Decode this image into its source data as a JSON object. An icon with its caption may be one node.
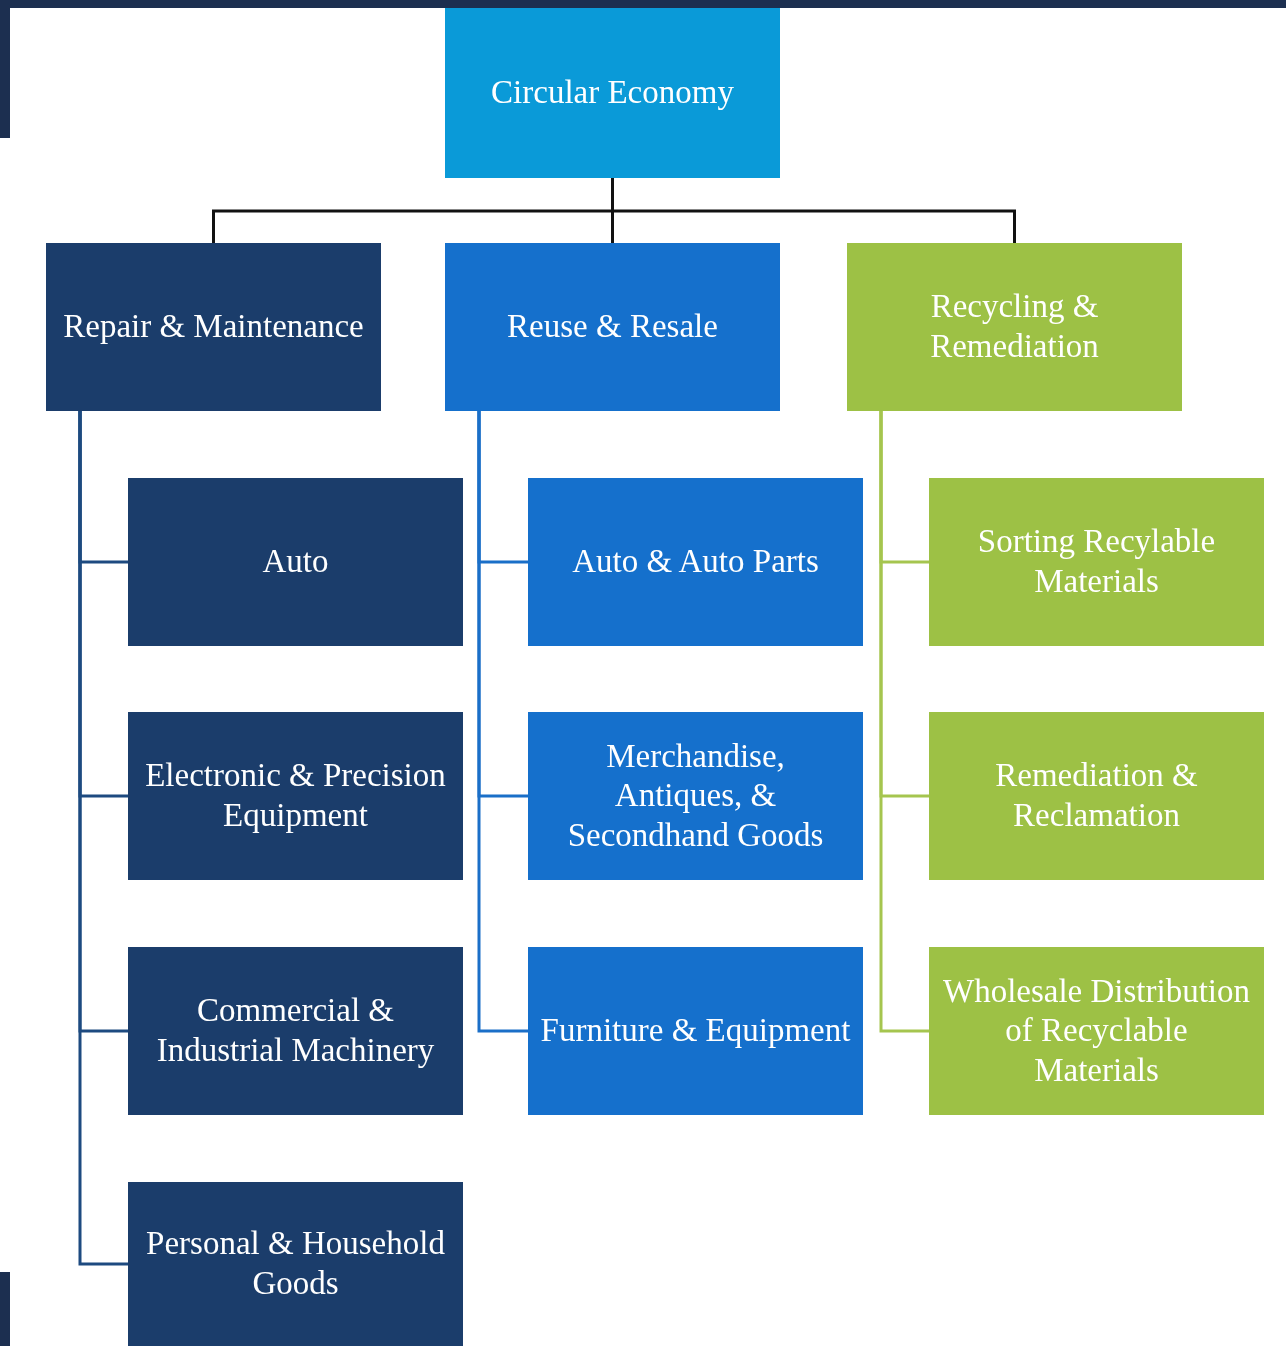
{
  "diagram": {
    "nodes": [
      {
        "text": [
          "Circular Economy"
        ]
      },
      {
        "text": [
          "Repair & Maintenance"
        ]
      },
      {
        "text": [
          "Reuse & Resale"
        ]
      },
      {
        "text": [
          "Recycling & Remediation"
        ]
      },
      {
        "text": [
          "Auto"
        ]
      },
      {
        "text": [
          "Electronic & Precision Equipment"
        ]
      },
      {
        "text": [
          "Commercial & Industrial Machinery"
        ]
      },
      {
        "text": [
          "Personal & Household Goods"
        ]
      },
      {
        "text": [
          "Auto & Auto Parts"
        ]
      },
      {
        "text": [
          "Merchandise, Antiques, & Secondhand Goods"
        ]
      },
      {
        "text": [
          "Furniture & Equipment"
        ]
      },
      {
        "text": [
          "Sorting Recylable Materials"
        ]
      },
      {
        "text": [
          "Remediation & Reclamation"
        ]
      },
      {
        "text": [
          "Wholesale Distribution of Recyclable Materials"
        ]
      }
    ],
    "edges": [
      {
        "from": 0,
        "to": 1,
        "arrow": "none",
        "color": "#111111"
      },
      {
        "from": 0,
        "to": 2,
        "arrow": "none",
        "color": "#111111"
      },
      {
        "from": 0,
        "to": 3,
        "arrow": "none",
        "color": "#111111"
      },
      {
        "from": 1,
        "to": 4,
        "arrow": "none",
        "color": "#1d4a80"
      },
      {
        "from": 1,
        "to": 5,
        "arrow": "none",
        "color": "#1d4a80"
      },
      {
        "from": 1,
        "to": 6,
        "arrow": "none",
        "color": "#1d4a80"
      },
      {
        "from": 1,
        "to": 7,
        "arrow": "none",
        "color": "#1d4a80"
      },
      {
        "from": 2,
        "to": 8,
        "arrow": "none",
        "color": "#1a6fc8"
      },
      {
        "from": 2,
        "to": 9,
        "arrow": "none",
        "color": "#1a6fc8"
      },
      {
        "from": 2,
        "to": 10,
        "arrow": "none",
        "color": "#1a6fc8"
      },
      {
        "from": 3,
        "to": 11,
        "arrow": "none",
        "color": "#a5c54f"
      },
      {
        "from": 3,
        "to": 12,
        "arrow": "none",
        "color": "#a5c54f"
      },
      {
        "from": 3,
        "to": 13,
        "arrow": "none",
        "color": "#a5c54f"
      }
    ]
  }
}
